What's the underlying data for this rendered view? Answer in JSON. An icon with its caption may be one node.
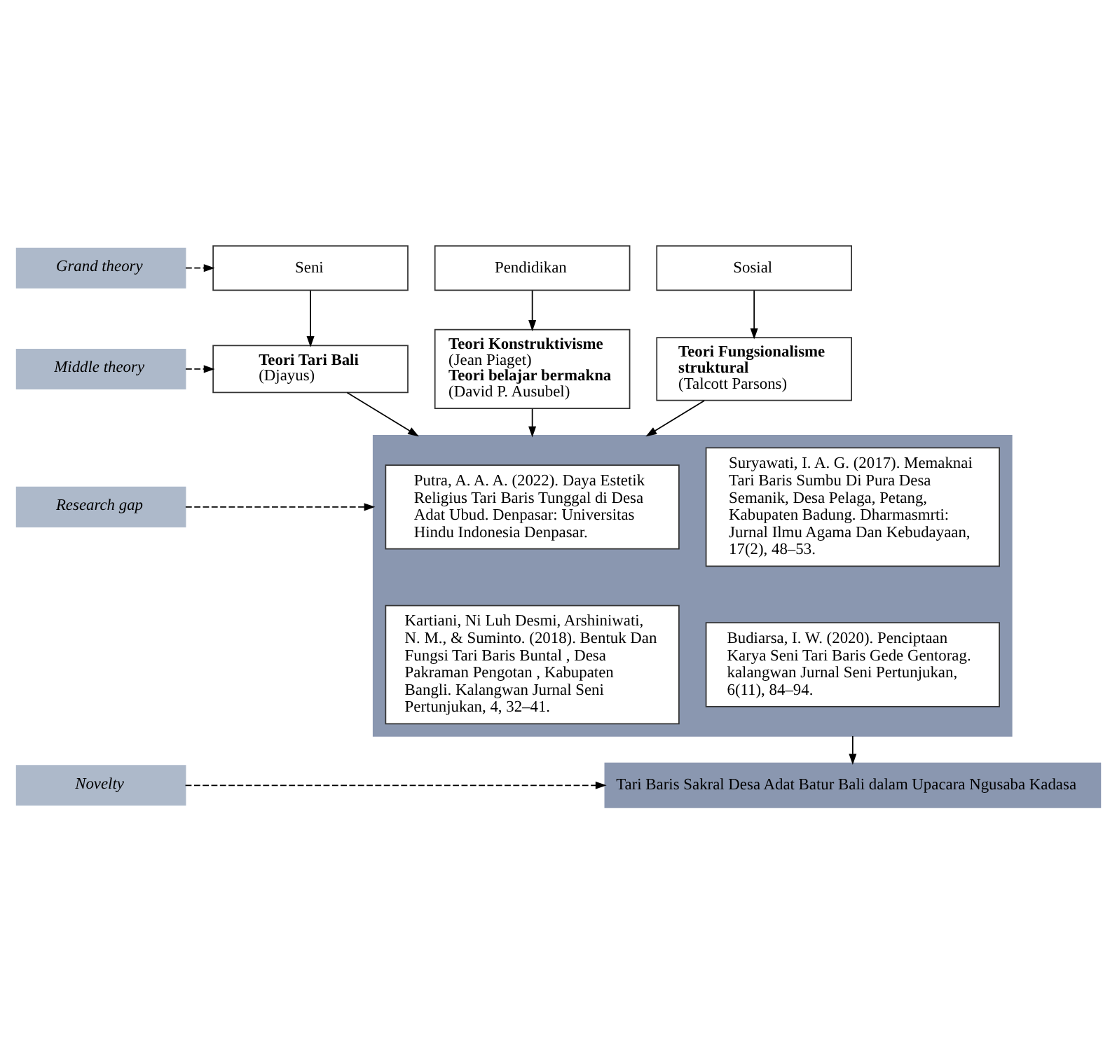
{
  "diagram": {
    "nodes": [
      {
        "text": [
          "Grand theory"
        ]
      },
      {
        "text": [
          "Seni"
        ]
      },
      {
        "text": [
          "Pendidikan"
        ]
      },
      {
        "text": [
          "Sosial"
        ]
      },
      {
        "text": [
          "Middle theory"
        ]
      },
      {
        "text": [
          "Teori Tari Bali",
          "(Djayus)"
        ]
      },
      {
        "text": [
          "Teori Konstruktivisme",
          "(Jean Piaget)",
          "Teori belajar bermakna",
          "(David P. Ausubel)"
        ]
      },
      {
        "text": [
          "Teori Fungsionalisme struktural",
          "(Talcott Parsons)"
        ]
      },
      {
        "text": [
          "Research gap"
        ]
      },
      {
        "text": [],
        "shape": "box"
      },
      {
        "text": [
          "Putra, A. A. A. (2022). Daya Estetik Religius Tari Baris Tunggal di Desa Adat Ubud. Denpasar: Universitas Hindu Indonesia Denpasar."
        ],
        "in": 9
      },
      {
        "text": [
          "Suryawati, I. A. G. (2017). Memaknai Tari Baris Sumbu Di Pura Desa Semanik, Desa Pelaga, Petang, Kabupaten Badung. Dharmasmrti: Jurnal Ilmu Agama Dan Kebudayaan, 17(2), 48–53."
        ],
        "in": 9
      },
      {
        "text": [
          "Kartiani, Ni Luh Desmi, Arshiniwati, N. M., & Suminto. (2018). Bentuk Dan Fungsi Tari Baris Buntal , Desa Pakraman Pengotan , Kabupaten Bangli. Kalangwan Jurnal Seni Pertunjukan, 4, 32–41."
        ],
        "in": 9
      },
      {
        "text": [
          "Budiarsa, I. W. (2020). Penciptaan Karya Seni Tari Baris Gede Gentorag. kalangwan Jurnal Seni Pertunjukan, 6(11), 84–94."
        ],
        "in": 9
      },
      {
        "text": [
          "Novelty"
        ]
      },
      {
        "text": [
          "Tari Baris Sakral Desa Adat Batur Bali dalam Upacara Ngusaba Kadasa"
        ]
      }
    ],
    "edges": [
      {
        "from": 0,
        "to": 1,
        "arrow": "to",
        "style": "dashed"
      },
      {
        "from": 1,
        "to": 5,
        "arrow": "to"
      },
      {
        "from": 2,
        "to": 6,
        "arrow": "to"
      },
      {
        "from": 3,
        "to": 7,
        "arrow": "to"
      },
      {
        "from": 4,
        "to": 5,
        "arrow": "to",
        "style": "dashed"
      },
      {
        "from": 5,
        "to": 9,
        "arrow": "to"
      },
      {
        "from": 6,
        "to": 9,
        "arrow": "to"
      },
      {
        "from": 7,
        "to": 9,
        "arrow": "to"
      },
      {
        "from": 8,
        "to": 9,
        "arrow": "to",
        "style": "dashed"
      },
      {
        "from": 9,
        "to": 15,
        "arrow": "to"
      },
      {
        "from": 14,
        "to": 15,
        "arrow": "to",
        "style": "dashed"
      }
    ]
  }
}
